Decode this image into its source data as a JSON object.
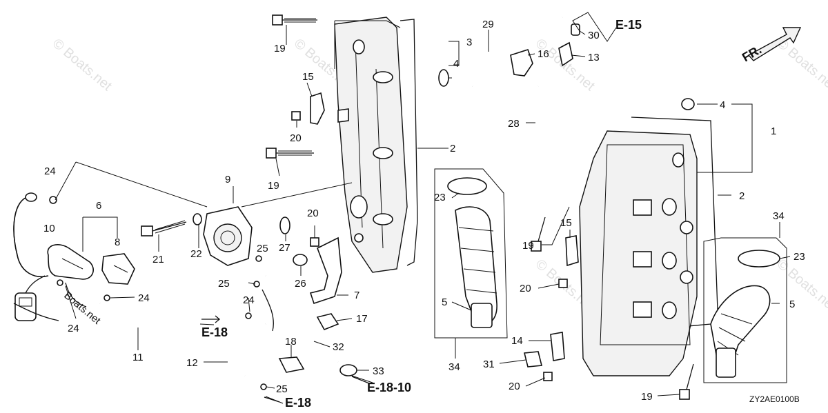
{
  "diagram_code": "ZY2AE0100B",
  "direction_label": "FR.",
  "watermark_text": "© Boats.net",
  "embedded_watermark": "Boats.net",
  "colors": {
    "line": "#111111",
    "background": "#ffffff",
    "watermark": "#c8c8c8"
  },
  "callouts": {
    "c1": "1",
    "c2a": "2",
    "c2b": "2",
    "c3": "3",
    "c4a": "4",
    "c4b": "4",
    "c5a": "5",
    "c5b": "5",
    "c6": "6",
    "c7": "7",
    "c8": "8",
    "c9": "9",
    "c10": "10",
    "c11": "11",
    "c12": "12",
    "c13": "13",
    "c14": "14",
    "c15a": "15",
    "c15b": "15",
    "c16": "16",
    "c17": "17",
    "c18": "18",
    "c19a": "19",
    "c19b": "19",
    "c19c": "19",
    "c19d": "19",
    "c20a": "20",
    "c20b": "20",
    "c20c": "20",
    "c20d": "20",
    "c21": "21",
    "c22": "22",
    "c23a": "23",
    "c23b": "23",
    "c24a": "24",
    "c24b": "24",
    "c24c": "24",
    "c24d": "24",
    "c25a": "25",
    "c25b": "25",
    "c25c": "25",
    "c26": "26",
    "c27": "27",
    "c28": "28",
    "c29": "29",
    "c30": "30",
    "c31": "31",
    "c32": "32",
    "c33": "33",
    "c34a": "34",
    "c34b": "34"
  },
  "references": {
    "e15": "E-15",
    "e18a": "E-18",
    "e18b": "E-18",
    "e1810": "E-18-10"
  }
}
